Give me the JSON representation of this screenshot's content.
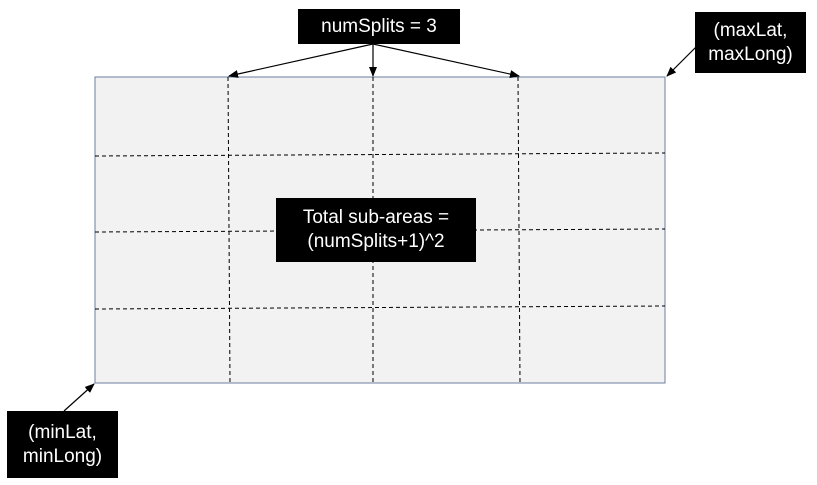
{
  "labels": {
    "num_splits": "numSplits = 3",
    "max_corner_line1": "(maxLat,",
    "max_corner_line2": "maxLong)",
    "min_corner_line1": "(minLat,",
    "min_corner_line2": "minLong)",
    "total_line1": "Total sub-areas =",
    "total_line2": "(numSplits+1)^2"
  },
  "grid": {
    "num_splits": 3,
    "sub_areas_per_side": 4,
    "fill_color": "#f2f2f2",
    "border_color": "#6b7fa0",
    "divider_style": "dashed"
  },
  "colors": {
    "label_background": "#000000",
    "label_text": "#ffffff",
    "arrow": "#000000"
  }
}
